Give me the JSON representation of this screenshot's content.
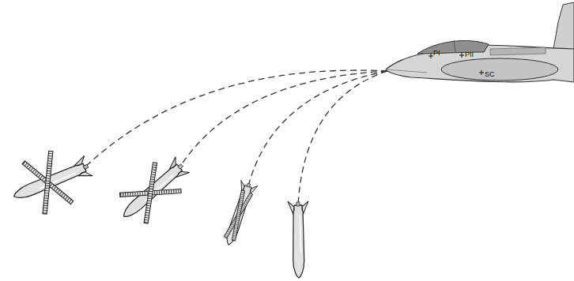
{
  "diagram": {
    "labels": [
      "PI",
      "PII",
      "SC"
    ]
  }
}
